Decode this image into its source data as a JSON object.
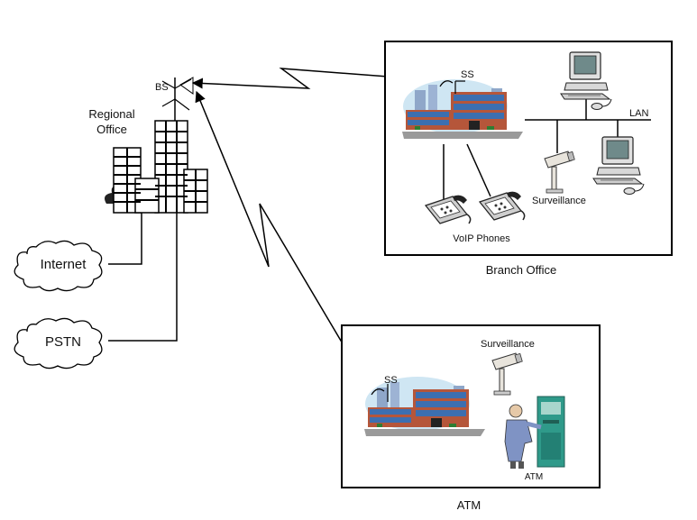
{
  "labels": {
    "bs": "BS",
    "regional_office": [
      "Regional",
      "Office"
    ],
    "internet": "Internet",
    "pstn": "PSTN",
    "branch_office": "Branch Office",
    "ss_branch": "SS",
    "lan": "LAN",
    "surveillance_branch": "Surveillance",
    "voip_phones": "VoIP Phones",
    "atm_caption": "ATM",
    "ss_atm": "SS",
    "surveillance_atm": "Surveillance",
    "atm_inner": "ATM"
  },
  "colors": {
    "building_brick": "#b5563a",
    "window_blue": "#3c6fb0",
    "sky": "#cfe6f3",
    "teal": "#2f9a8a",
    "black": "#000000"
  }
}
